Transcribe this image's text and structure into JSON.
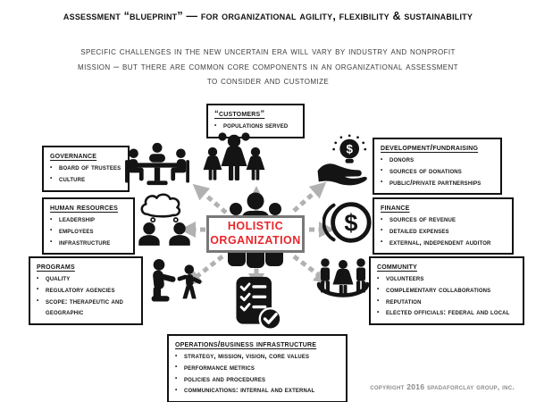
{
  "header": {
    "title": "Assessment “Blueprint” — For Organizational Agility, Flexibility & Sustainability",
    "subtitle_lines": [
      "Specific challenges in the new uncertain era will vary by industry and nonprofit",
      "mission – but there are common core components in an organizational assessment",
      "to consider and customize"
    ]
  },
  "center": {
    "line1": "HOLISTIC",
    "line2": "ORGANIZATION"
  },
  "boxes": {
    "customers": {
      "title": "“Customers”",
      "items": [
        "Populations served"
      ]
    },
    "governance": {
      "title": "Governance",
      "items": [
        "Board of Trustees",
        "Culture"
      ]
    },
    "human_resources": {
      "title": "Human Resources",
      "items": [
        "Leadership",
        "Employees",
        "Infrastructure"
      ]
    },
    "programs": {
      "title": "Programs",
      "items": [
        "Quality",
        "Regulatory agencies",
        "Scope: therapeutic and geographic"
      ]
    },
    "development": {
      "title": "Development/Fundraising",
      "items": [
        "Donors",
        "Sources of donations",
        "Public/private partnerships"
      ]
    },
    "finance": {
      "title": "Finance",
      "items": [
        "Sources of revenue",
        "Detailed expenses",
        "External, independent auditor"
      ]
    },
    "community": {
      "title": "Community",
      "items": [
        "Volunteers",
        "Complementary collaborations",
        "Reputation",
        "Elected officials: federal and local"
      ]
    },
    "operations": {
      "title": "Operations/Business Infrastructure",
      "items": [
        "Strategy, Mission, Vision, Core Values",
        "Performance metrics",
        "Policies and procedures",
        "Communications:  internal and external"
      ]
    }
  },
  "icons": {
    "customers": "women-group-icon",
    "governance": "meeting-table-icon",
    "human_resources": "discussion-thought-cloud-icon",
    "programs": "mentoring-kneeling-icon",
    "development": "hand-holding-dollar-idea-icon",
    "finance": "dollar-coin-icon",
    "community": "people-circle-icon",
    "operations": "checklist-icon",
    "center": "team-silhouette-icon",
    "finance_dollar": "$",
    "development_dollar": "$"
  },
  "colors": {
    "accent_red": "#e8262b",
    "ink": "#161616",
    "arrow_gray": "#b1b1b1",
    "center_border_gray": "#787878",
    "copyright_gray": "#8a8a8a",
    "background": "#ffffff"
  },
  "footer": {
    "copyright": "Copyright 2016 SpadaforClay Group, Inc."
  }
}
